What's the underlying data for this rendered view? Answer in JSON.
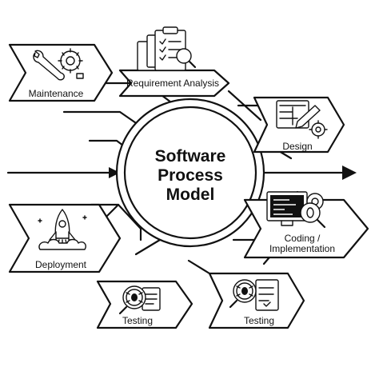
{
  "center": {
    "title_lines": [
      "Software",
      "Process",
      "Model"
    ]
  },
  "stages": {
    "maintenance": {
      "label": "Maintenance",
      "icon": "wrench-gear-icon"
    },
    "requirement_analysis": {
      "label": "Requirement Analysis",
      "icon": "clipboard-checklist-icon"
    },
    "design": {
      "label": "Design",
      "icon": "blueprint-pencil-gear-icon"
    },
    "coding": {
      "label_lines": [
        "Coding /",
        "Implementation"
      ],
      "icon": "monitor-code-bug-icon"
    },
    "deployment": {
      "label": "Deployment",
      "icon": "rocket-launch-icon"
    },
    "testing_left": {
      "label": "Testing",
      "icon": "magnifier-bug-icon"
    },
    "testing_right": {
      "label": "Testing",
      "icon": "magnifier-bug-checklist-icon"
    }
  },
  "colors": {
    "ink": "#111111",
    "background": "#ffffff"
  }
}
